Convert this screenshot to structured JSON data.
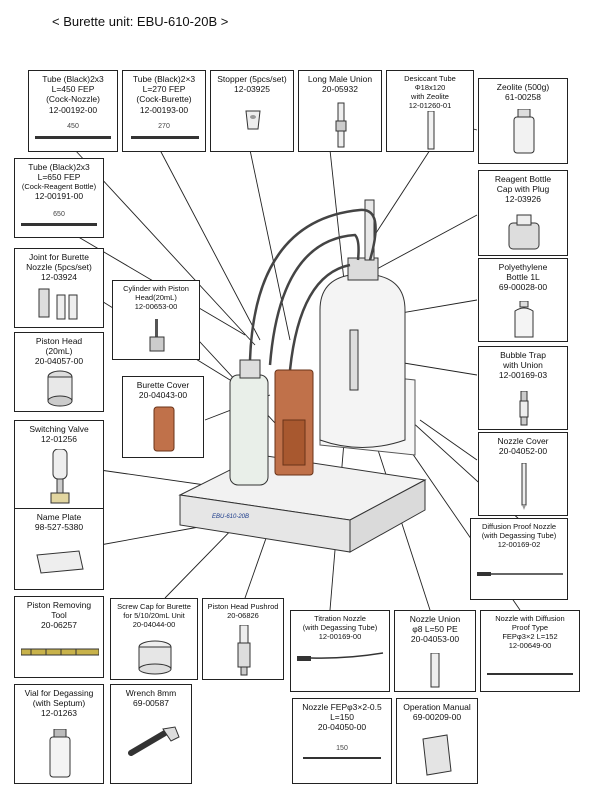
{
  "title": "< Burette unit: EBU-610-20B >",
  "parts": {
    "tube_450": [
      "Tube (Black)2x3",
      "L=450 FEP",
      "(Cock-Nozzle)",
      "12-00192-00"
    ],
    "tube_270": [
      "Tube (Black)2×3",
      "L=270 FEP",
      "(Cock-Burette)",
      "12-00193-00"
    ],
    "stopper": [
      "Stopper (5pcs/set)",
      "12-03925"
    ],
    "long_union": [
      "Long Male Union",
      "20-05932"
    ],
    "desiccant": [
      "Desiccant Tube",
      "Φ18x120",
      "with Zeolite",
      "12-01260-01"
    ],
    "zeolite": [
      "Zeolite (500g)",
      "61-00258"
    ],
    "tube_650": [
      "Tube (Black)2x3",
      "L=650 FEP",
      "(Cock-Reagent Bottle)",
      "12-00191-00"
    ],
    "reagent_cap": [
      "Reagent Bottle",
      "Cap with Plug",
      "12-03926"
    ],
    "joint": [
      "Joint for Burette",
      "Nozzle (5pcs/set)",
      "12-03924"
    ],
    "cylinder": [
      "Cylinder with Piston",
      "Head(20mL)",
      "12-00653-00"
    ],
    "poly_bottle": [
      "Polyethylene",
      "Bottle 1L",
      "69-00028-00"
    ],
    "piston_head": [
      "Piston Head",
      "(20mL)",
      "20-04057-00"
    ],
    "burette_cover": [
      "Burette Cover",
      "20-04043-00"
    ],
    "bubble_trap": [
      "Bubble Trap",
      "with Union",
      "12-00169-03"
    ],
    "switching_valve": [
      "Switching Valve",
      "12-01256"
    ],
    "nozzle_cover": [
      "Nozzle Cover",
      "20-04052-00"
    ],
    "name_plate": [
      "Name Plate",
      "98-527-5380"
    ],
    "diffusion_nozzle": [
      "Diffusion Proof Nozzle",
      "(with Degassing Tube)",
      "12-00169-02"
    ],
    "piston_removing": [
      "Piston Removing",
      "Tool",
      "20-06257"
    ],
    "screw_cap": [
      "Screw Cap for Burette",
      "for 5/10/20mL Unit",
      "20-04044-00"
    ],
    "pushrod": [
      "Piston Head Pushrod",
      "20-06826"
    ],
    "titration_nozzle": [
      "Titration Nozzle",
      "(with Degassing Tube)",
      "12-00169-00"
    ],
    "nozzle_union": [
      "Nozzle Union",
      "φ8 L=50 PE",
      "20-04053-00"
    ],
    "nozzle_diffusion_type": [
      "Nozzle with  Diffusion",
      "Proof Type",
      "FEPφ3×2 L=152",
      "12-00649-00"
    ],
    "vial": [
      "Vial for Degassing",
      "(with Septum)",
      "12-01263"
    ],
    "wrench": [
      "Wrench 8mm",
      "69-00587"
    ],
    "nozzle_fep150": [
      "Nozzle FEPφ3×2-0.5",
      "L=150",
      "20-04050-00"
    ],
    "manual": [
      "Operation Manual",
      "69-00209-00"
    ]
  },
  "rulers": {
    "r450": "450",
    "r270": "270",
    "r650": "650",
    "r150": "150"
  },
  "nameplate_brand": "EBU-610-20B"
}
